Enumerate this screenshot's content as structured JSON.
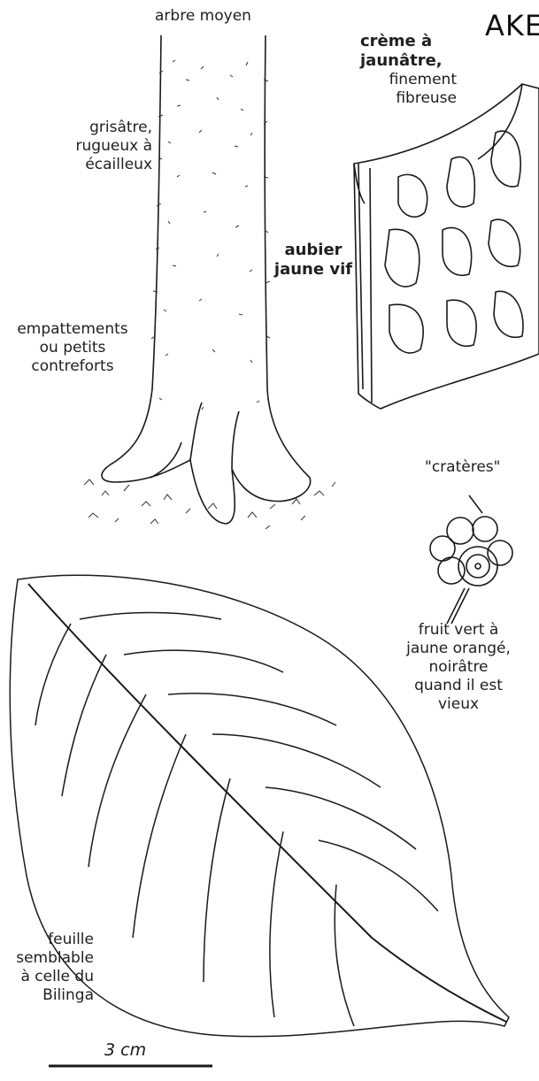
{
  "title": "AKE",
  "labels": {
    "tree": "arbre moyen",
    "bark_color": "grisâtre,\nrugueux à\nécailleux",
    "buttress": "empattements\nou petits\ncontreforts",
    "sapwood": "aubier\njaune vif",
    "slash_line1": "crème à",
    "slash_line2": "jaunâtre,",
    "slash_line3": "finement\nfibreuse",
    "craters": "\"cratères\"",
    "fruit": "fruit vert à\njaune orangé,\nnoirâtre\nquand il est\nvieux",
    "leaf": "feuille\nsemblable\nà celle du\nBilinga",
    "scale": "3 cm"
  },
  "colors": {
    "ink": "#1a1a1a",
    "background": "#ffffff"
  }
}
